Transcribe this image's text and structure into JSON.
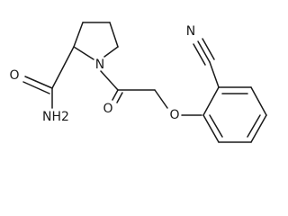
{
  "structure": {
    "atoms": {
      "nitrogen_ring": "N",
      "carbonyl_oxygen_ketone": "O",
      "ether_oxygen": "O",
      "amide_oxygen": "O",
      "amide_nitrogen": "NH2",
      "nitrile_nitrogen": "N"
    }
  }
}
